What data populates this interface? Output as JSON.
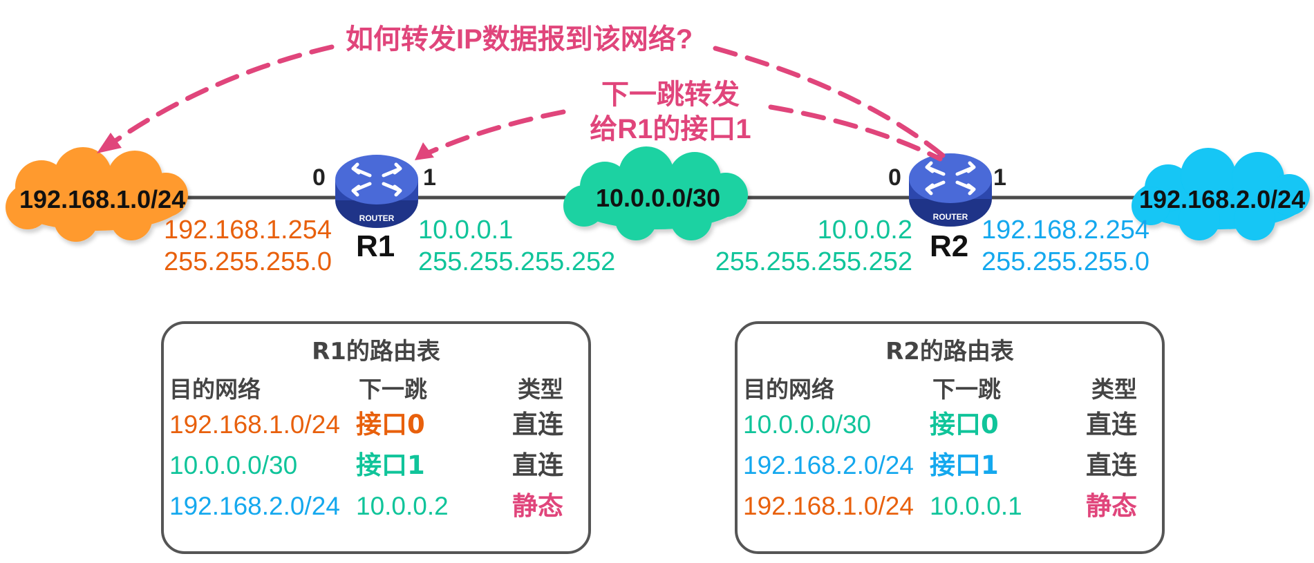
{
  "colors": {
    "orange": "#e8600c",
    "green": "#10c49a",
    "blue": "#14a8ee",
    "pink": "#e0457b",
    "cloud_orange": "#ff9a2e",
    "cloud_green": "#1fd2a2",
    "cloud_blue": "#12c6f5",
    "router_body": "#3a57c4",
    "link": "#4a4a4a"
  },
  "question_top": "如何转发IP数据报到该网络?",
  "question_next_hop": [
    "下一跳转发",
    "给R1的接口1"
  ],
  "networks": {
    "left": "192.168.1.0/24",
    "middle": "10.0.0.0/30",
    "right": "192.168.2.0/24"
  },
  "routers": {
    "r1": {
      "name": "R1",
      "icon_label": "ROUTER",
      "port0": "0",
      "port1": "1",
      "if0_ip": "192.168.1.254",
      "if0_mask": "255.255.255.0",
      "if1_ip": "10.0.0.1",
      "if1_mask": "255.255.255.252"
    },
    "r2": {
      "name": "R2",
      "icon_label": "ROUTER",
      "port0": "0",
      "port1": "1",
      "if0_ip": "10.0.0.2",
      "if0_mask": "255.255.255.252",
      "if1_ip": "192.168.2.254",
      "if1_mask": "255.255.255.0"
    }
  },
  "tables": {
    "r1": {
      "title": "R1的路由表",
      "headers": [
        "目的网络",
        "下一跳",
        "类型"
      ],
      "rows": [
        [
          "192.168.1.0/24",
          "接口0",
          "直连"
        ],
        [
          "10.0.0.0/30",
          "接口1",
          "直连"
        ],
        [
          "192.168.2.0/24",
          "10.0.0.2",
          "静态"
        ]
      ]
    },
    "r2": {
      "title": "R2的路由表",
      "headers": [
        "目的网络",
        "下一跳",
        "类型"
      ],
      "rows": [
        [
          "10.0.0.0/30",
          "接口0",
          "直连"
        ],
        [
          "192.168.2.0/24",
          "接口1",
          "直连"
        ],
        [
          "192.168.1.0/24",
          "10.0.0.1",
          "静态"
        ]
      ]
    }
  }
}
